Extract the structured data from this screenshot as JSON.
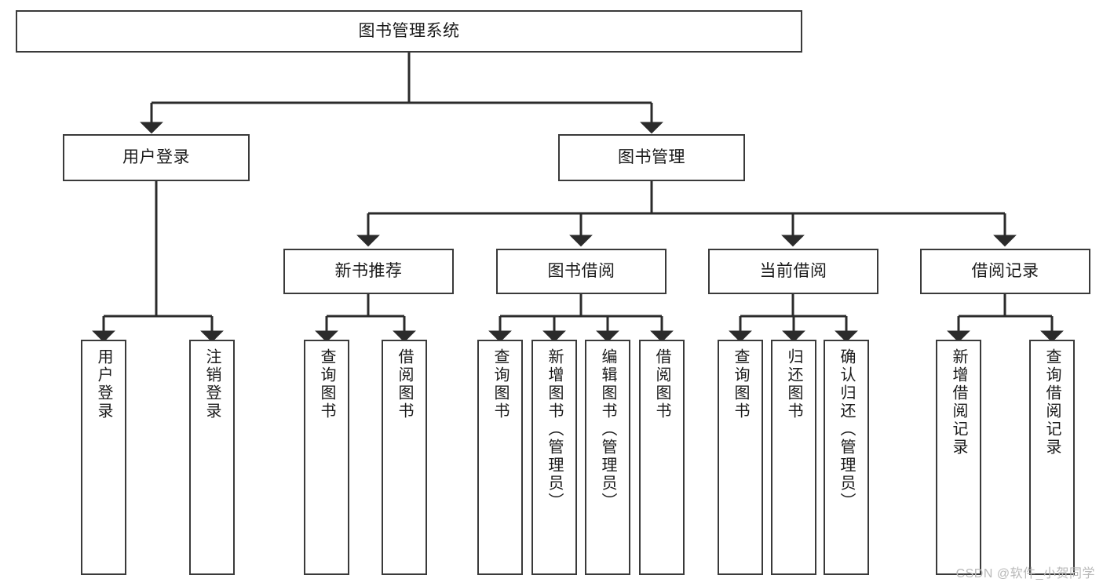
{
  "diagram": {
    "title": "图书管理系统",
    "type": "hierarchy-tree",
    "watermark": "CSDN @软件_小贺同学",
    "colors": {
      "box_border": "#3a3a3a",
      "box_fill": "#ffffff",
      "connector": "#2b2b2b",
      "text": "#1a1a1a",
      "watermark": "#b9b9b9",
      "background": "#ffffff"
    },
    "nodes": {
      "root": {
        "label": "图书管理系统",
        "level": 1
      },
      "level2": [
        {
          "label": "用户登录",
          "level": 2
        },
        {
          "label": "图书管理",
          "level": 2
        }
      ],
      "level3": [
        {
          "label": "新书推荐",
          "level": 3
        },
        {
          "label": "图书借阅",
          "level": 3
        },
        {
          "label": "当前借阅",
          "level": 3
        },
        {
          "label": "借阅记录",
          "level": 3
        }
      ],
      "leaves": {
        "user_login": [
          {
            "label": "用户登录"
          },
          {
            "label": "注销登录"
          }
        ],
        "new_book_recommend": [
          {
            "label": "查询图书"
          },
          {
            "label": "借阅图书"
          }
        ],
        "book_borrow": [
          {
            "label": "查询图书"
          },
          {
            "label": "新增图书（管理员）"
          },
          {
            "label": "编辑图书（管理员）"
          },
          {
            "label": "借阅图书"
          }
        ],
        "current_borrow": [
          {
            "label": "查询图书"
          },
          {
            "label": "归还图书"
          },
          {
            "label": "确认归还（管理员）"
          }
        ],
        "borrow_record": [
          {
            "label": "新增借阅记录"
          },
          {
            "label": "查询借阅记录"
          }
        ]
      }
    }
  }
}
